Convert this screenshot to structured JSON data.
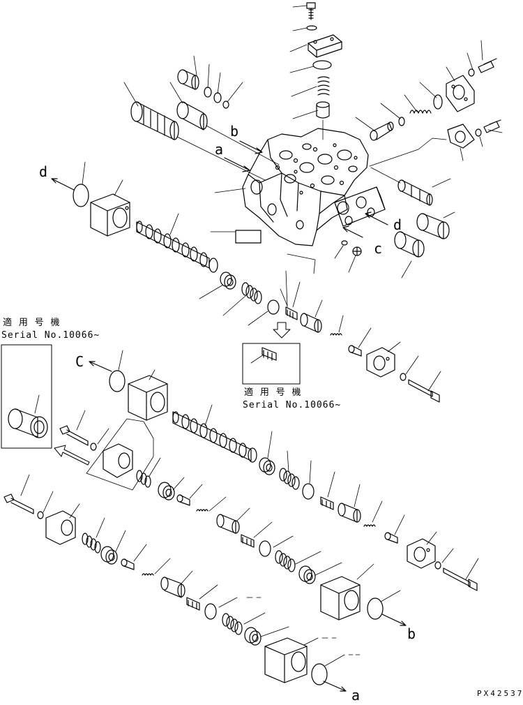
{
  "labels": {
    "a_top": "a",
    "b_top": "b",
    "c_right": "c",
    "d_right": "d",
    "d_left": "d",
    "c_left": "C",
    "b_bottom": "b",
    "a_bottom": "a"
  },
  "notes": {
    "left_model": "適 用 号 機",
    "left_serial": "Serial No.10066~",
    "center_model": "適 用 号 機",
    "center_serial": "Serial No.10066~"
  },
  "drawing_ref": "PX42537",
  "colors": {
    "line": "#000000",
    "paper": "#ffffff"
  }
}
